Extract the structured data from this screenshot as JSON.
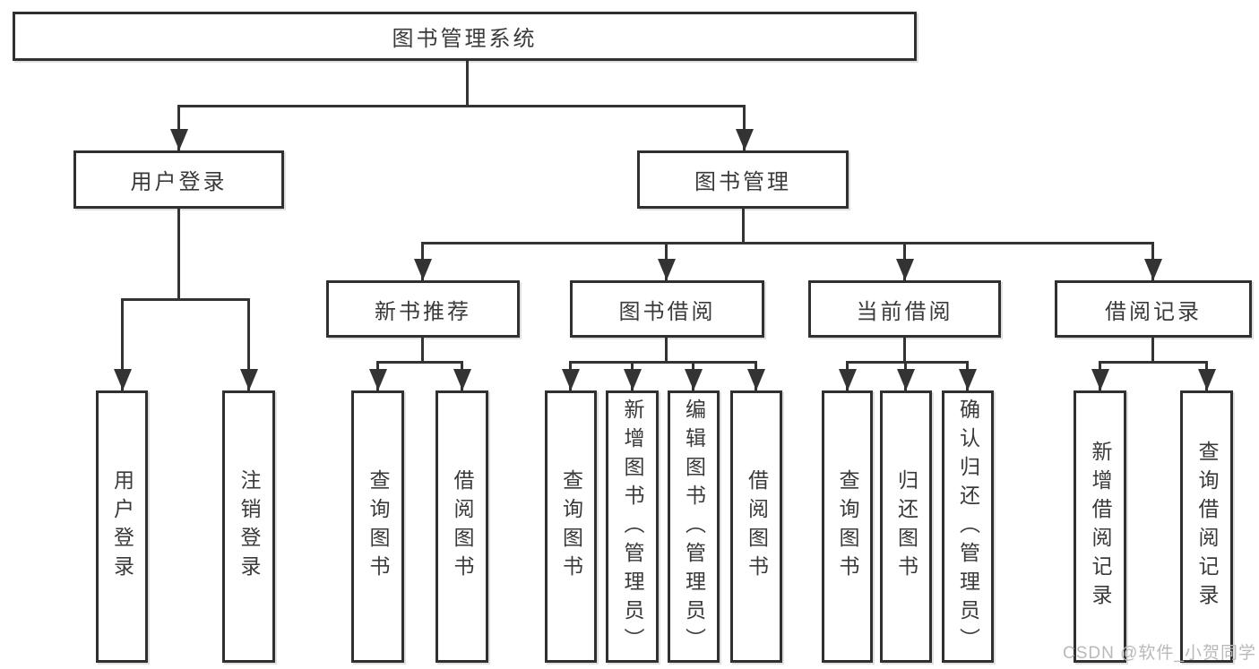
{
  "diagram": {
    "root": {
      "label": "图书管理系统"
    },
    "level2": [
      {
        "label": "用户登录"
      },
      {
        "label": "图书管理"
      }
    ],
    "level3": [
      {
        "label": "新书推荐"
      },
      {
        "label": "图书借阅"
      },
      {
        "label": "当前借阅"
      },
      {
        "label": "借阅记录"
      }
    ],
    "leaves": [
      {
        "label": "用户登录"
      },
      {
        "label": "注销登录"
      },
      {
        "label": "查询图书"
      },
      {
        "label": "借阅图书"
      },
      {
        "label": "查询图书"
      },
      {
        "label": "新增图书（管理员）"
      },
      {
        "label": "编辑图书（管理员）"
      },
      {
        "label": "借阅图书"
      },
      {
        "label": "查询图书"
      },
      {
        "label": "归还图书"
      },
      {
        "label": "确认归还（管理员）"
      },
      {
        "label": "新增借阅记录"
      },
      {
        "label": "查询借阅记录"
      }
    ]
  },
  "watermark": {
    "text": "CSDN @软件_小贺同学"
  },
  "colors": {
    "line": "#333333",
    "border": "#303030",
    "text": "#3a3a3a",
    "watermark": "#b8b9bb",
    "background": "#ffffff"
  }
}
